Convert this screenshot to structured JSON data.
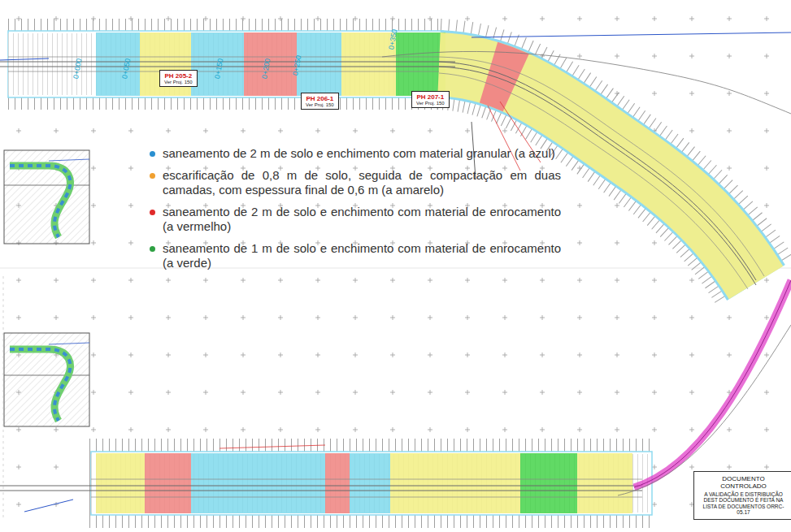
{
  "diagram": {
    "nodes": [
      {
        "text": [
          "PH 205-2",
          "Ver Proj. 150"
        ]
      },
      {
        "text": [
          "PH 206-1",
          "Ver Proj. 150"
        ]
      },
      {
        "text": [
          "PH 207-1",
          "Ver Proj. 150"
        ]
      },
      {
        "text": [
          "DOCUMENTO CONTROLADO",
          "A VALIDAÇÃO E DISTRIBUIÇÃO DEST DOCUMENTO É FEITA NA LISTA DE DOCUMENTOS ORRC-05.17"
        ]
      }
    ],
    "labels": [
      "0+000",
      "0+050",
      "0+150",
      "0+200",
      "0+250",
      "0+350"
    ],
    "legend": [
      {
        "text": "saneamento de 2 m de solo e enchimento com material granular (a azul)",
        "color": "#2a8fd0"
      },
      {
        "text": "escarificação de 0,8 m de solo, seguida de compactação em duas camadas, com espessura final de 0,6 m (a amarelo)",
        "color": "#f0a030"
      },
      {
        "text": "saneamento de 2 m de solo e enchimento com material de enrocamento (a vermelho)",
        "color": "#e02a2a"
      },
      {
        "text": "saneamento de 1 m de solo e enchimento com material de enrocamento (a verde)",
        "color": "#2ea043"
      }
    ]
  }
}
